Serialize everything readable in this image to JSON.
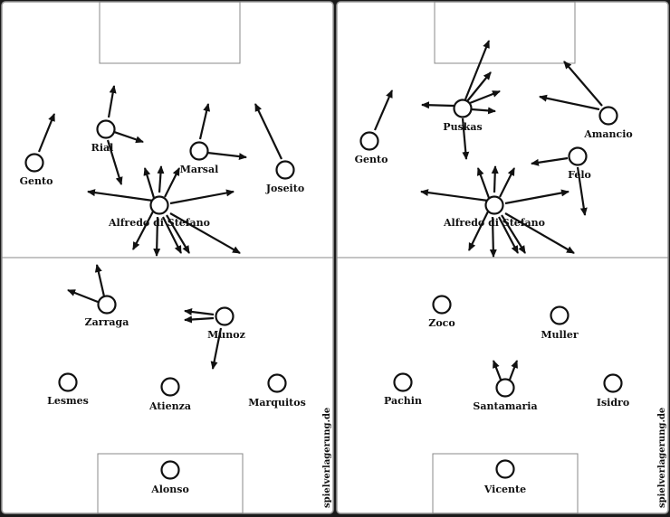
{
  "watermark": "spielverlagerung.de",
  "colors": {
    "background": "#1a1a1a",
    "pitch": "#ffffff",
    "line": "#888888",
    "ink": "#111111"
  },
  "diagrams": [
    {
      "players": [
        {
          "name": "Gento"
        },
        {
          "name": "Rial"
        },
        {
          "name": "Marsal"
        },
        {
          "name": "Joseito"
        },
        {
          "name": "Alfredo di Stefano"
        },
        {
          "name": "Zarraga"
        },
        {
          "name": "Munoz"
        },
        {
          "name": "Lesmes"
        },
        {
          "name": "Atienza"
        },
        {
          "name": "Marquitos"
        },
        {
          "name": "Alonso"
        }
      ]
    },
    {
      "players": [
        {
          "name": "Gento"
        },
        {
          "name": "Puskas"
        },
        {
          "name": "Amancio"
        },
        {
          "name": "Felo"
        },
        {
          "name": "Alfredo di Stefano"
        },
        {
          "name": "Zoco"
        },
        {
          "name": "Muller"
        },
        {
          "name": "Pachin"
        },
        {
          "name": "Santamaria"
        },
        {
          "name": "Isidro"
        },
        {
          "name": "Vicente"
        }
      ]
    }
  ]
}
